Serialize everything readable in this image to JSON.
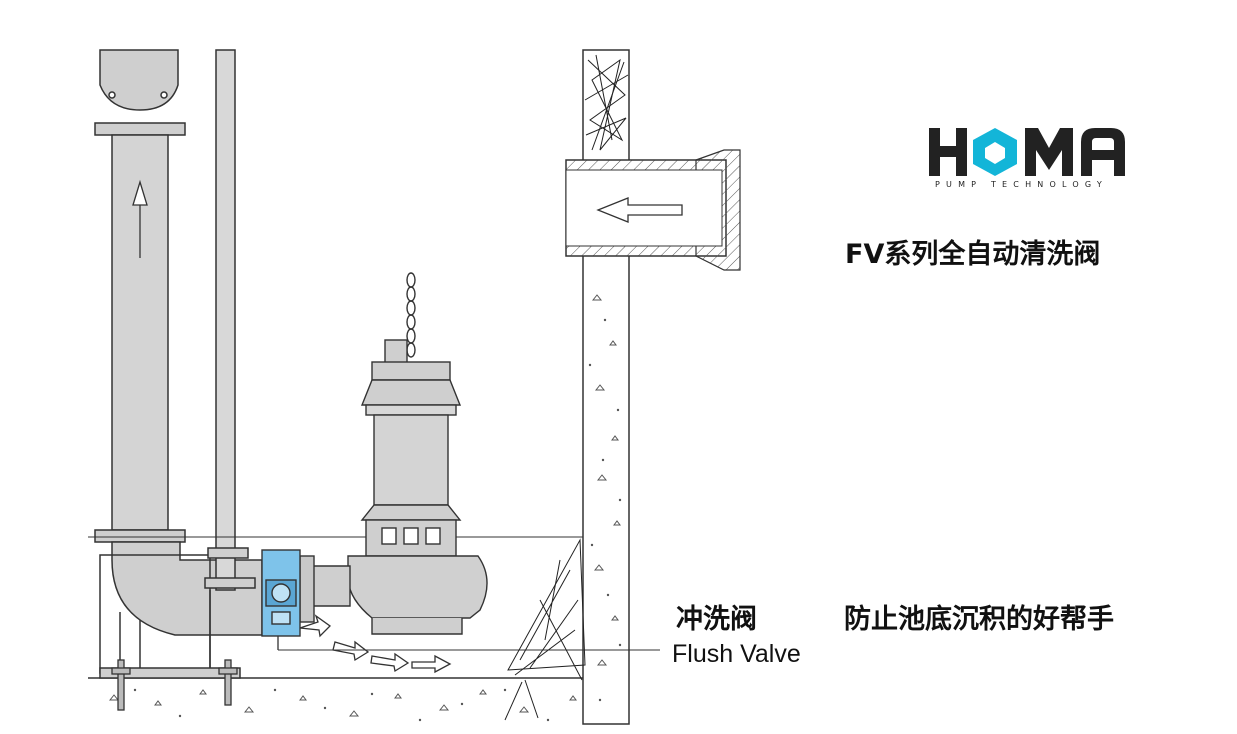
{
  "logo": {
    "brand": "HOMA",
    "tagline": "PUMP TECHNOLOGY",
    "accent_color": "#13b5d8",
    "dark_color": "#222222"
  },
  "title": "FV系列全自动清洗阀",
  "callout": {
    "cn_label": "冲洗阀",
    "en_label": "Flush Valve",
    "tagline": "防止池底沉积的好帮手"
  },
  "colors": {
    "valve_highlight": "#7ec3ea",
    "pump_gray": "#cfcfcf",
    "line": "#333333"
  }
}
